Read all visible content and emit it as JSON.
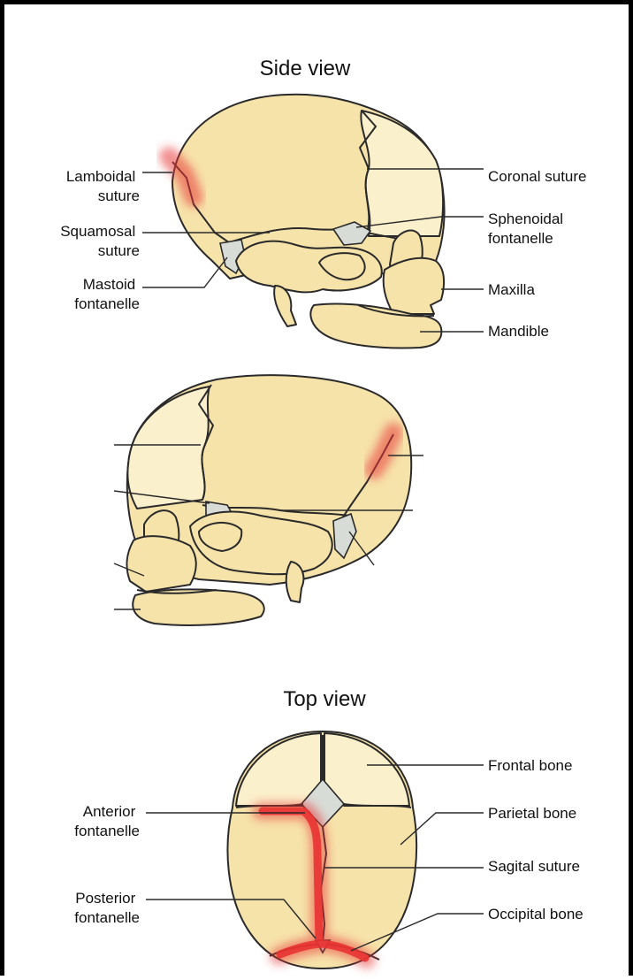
{
  "side_view": {
    "title": "Side view",
    "labels": {
      "lamboidal": [
        "Lamboidal",
        "suture"
      ],
      "squamosal": [
        "Squamosal",
        "suture"
      ],
      "mastoid": [
        "Mastoid",
        "fontanelle"
      ],
      "coronal": [
        "Coronal suture"
      ],
      "sphenoidal": [
        "Sphenoidal",
        "fontanelle"
      ],
      "maxilla": [
        "Maxilla"
      ],
      "mandible": [
        "Mandible"
      ]
    }
  },
  "top_view": {
    "title": "Top view",
    "labels": {
      "anterior": [
        "Anterior",
        "fontanelle"
      ],
      "posterior": [
        "Posterior",
        "fontanelle"
      ],
      "frontal": [
        "Frontal bone"
      ],
      "parietal": [
        "Parietal bone"
      ],
      "sagital": [
        "Sagital suture"
      ],
      "occipital": [
        "Occipital bone"
      ]
    }
  },
  "colors": {
    "bone": "#f6e3aa",
    "highlight": "#e83333",
    "fontanelle": "#d8dcd6",
    "frame": "#000000"
  }
}
